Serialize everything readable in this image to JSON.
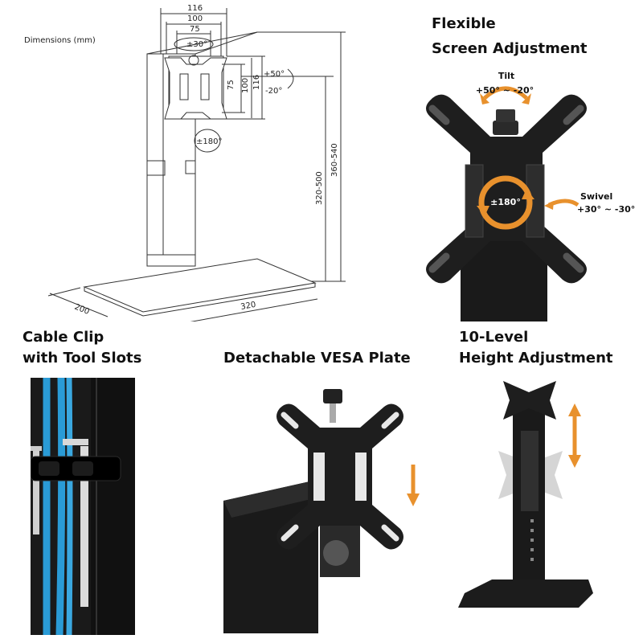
{
  "dimensions_caption": "Dimensions (mm)",
  "drawing": {
    "width_116": "116",
    "width_100": "100",
    "width_75": "75",
    "swivel_range": "±30°",
    "height_75": "75",
    "height_100": "100",
    "height_116": "116",
    "tilt_up": "+50°",
    "tilt_down": "-20°",
    "rotation": "±180°",
    "height_range_1": "320-500",
    "height_range_2": "360-540",
    "base_depth": "200",
    "base_width": "320"
  },
  "flexible": {
    "title_line1": "Flexible",
    "title_line2": "Screen Adjustment",
    "tilt_label": "Tilt",
    "tilt_range": "+50° ~ -20°",
    "rotation_label": "±180°",
    "swivel_label": "Swivel",
    "swivel_range": "+30° ~ -30°"
  },
  "cable_clip": {
    "title_line1": "Cable Clip",
    "title_line2": "with Tool Slots"
  },
  "vesa": {
    "title": "Detachable VESA Plate"
  },
  "height_adjust": {
    "title_line1": "10-Level",
    "title_line2": "Height Adjustment"
  },
  "colors": {
    "accent_orange": "#e8912d",
    "cable_blue": "#2a9bd6",
    "metal_black": "#1a1a1a"
  }
}
